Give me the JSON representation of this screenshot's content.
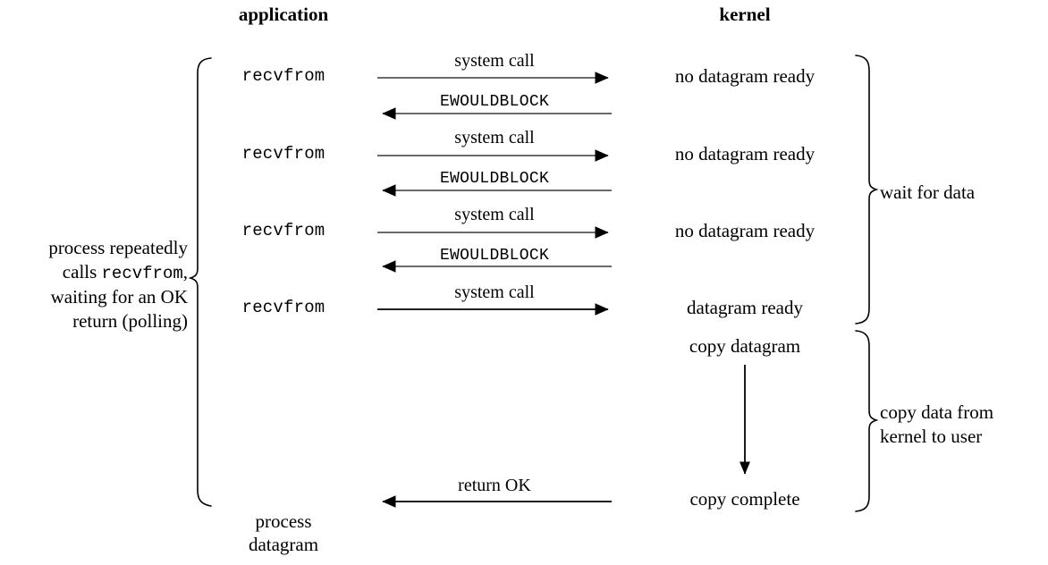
{
  "columns": {
    "application": "application",
    "kernel": "kernel"
  },
  "left_annotation": {
    "line1": "process repeatedly",
    "line2_prefix": "calls ",
    "line2_mono": "recvfrom",
    "line2_suffix": ",",
    "line3": "waiting for an OK",
    "line4": "return (polling)"
  },
  "app_calls": [
    {
      "label": "recvfrom"
    },
    {
      "label": "recvfrom"
    },
    {
      "label": "recvfrom"
    },
    {
      "label": "recvfrom"
    }
  ],
  "app_final": {
    "line1": "process",
    "line2": "datagram"
  },
  "arrows": [
    {
      "label": "system call",
      "direction": "right",
      "style": "serif"
    },
    {
      "label": "EWOULDBLOCK",
      "direction": "left",
      "style": "mono"
    },
    {
      "label": "system call",
      "direction": "right",
      "style": "serif"
    },
    {
      "label": "EWOULDBLOCK",
      "direction": "left",
      "style": "mono"
    },
    {
      "label": "system call",
      "direction": "right",
      "style": "serif"
    },
    {
      "label": "EWOULDBLOCK",
      "direction": "left",
      "style": "mono"
    },
    {
      "label": "system call",
      "direction": "right",
      "style": "serif"
    },
    {
      "label": "return OK",
      "direction": "left",
      "style": "serif"
    }
  ],
  "kernel_states": [
    "no datagram ready",
    "no datagram ready",
    "no datagram ready",
    "datagram ready",
    "copy datagram",
    "copy complete"
  ],
  "braces": {
    "wait_for_data": "wait for data",
    "copy_data_line1": "copy data from",
    "copy_data_line2": "kernel to user"
  },
  "colors": {
    "ink": "#000000",
    "line": "#555555",
    "background": "#ffffff"
  }
}
